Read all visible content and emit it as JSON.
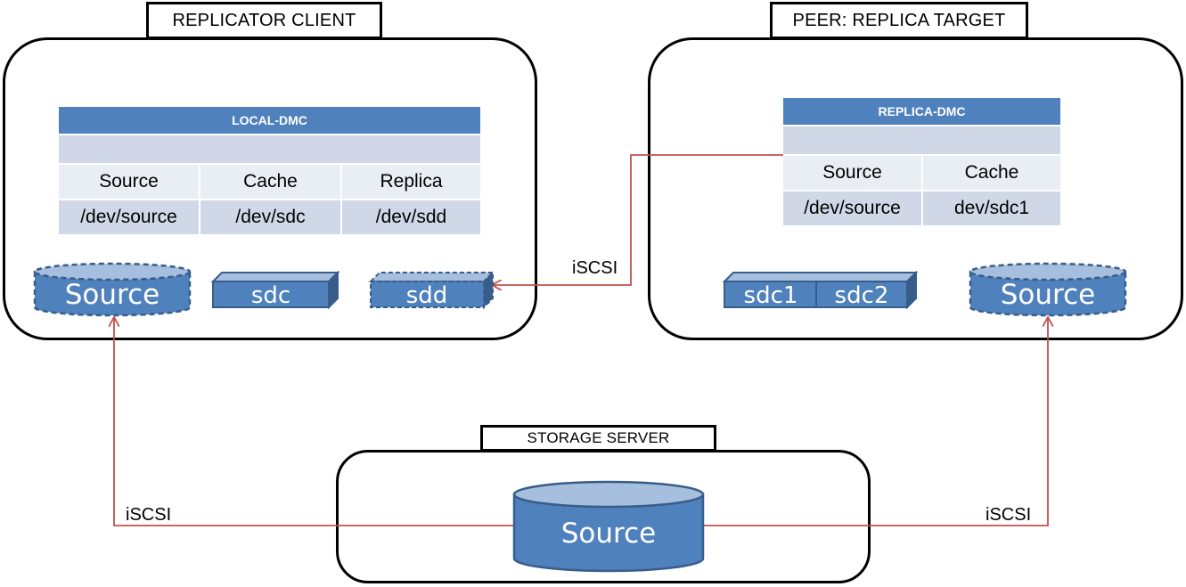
{
  "replicator_client": {
    "title": "REPLICATOR CLIENT",
    "table": {
      "header": "LOCAL-DMC",
      "columns": [
        "Source",
        "Cache",
        "Replica"
      ],
      "values": [
        "/dev/source",
        "/dev/sdc",
        "/dev/sdd"
      ]
    },
    "devices": {
      "source": "Source",
      "sdc": "sdc",
      "sdd": "sdd"
    }
  },
  "peer": {
    "title": "PEER:  REPLICA TARGET",
    "table": {
      "header": "REPLICA-DMC",
      "columns": [
        "Source",
        "Cache"
      ],
      "values": [
        "/dev/source",
        "dev/sdc1"
      ]
    },
    "devices": {
      "sdc1": "sdc1",
      "sdc2": "sdc2",
      "source": "Source"
    }
  },
  "storage_server": {
    "title": "STORAGE SERVER",
    "device": "Source"
  },
  "links": {
    "peer_to_client": "iSCSI",
    "server_to_client": "iSCSI",
    "server_to_peer": "iSCSI"
  },
  "colors": {
    "disk_fill": "#4f81bd",
    "disk_stroke": "#385d8a",
    "disk_top": "#a7bfde",
    "connector": "#c0504d",
    "table_header": "#4f81bd",
    "table_light": "#e9edf4",
    "table_mid": "#d0d8e8"
  }
}
